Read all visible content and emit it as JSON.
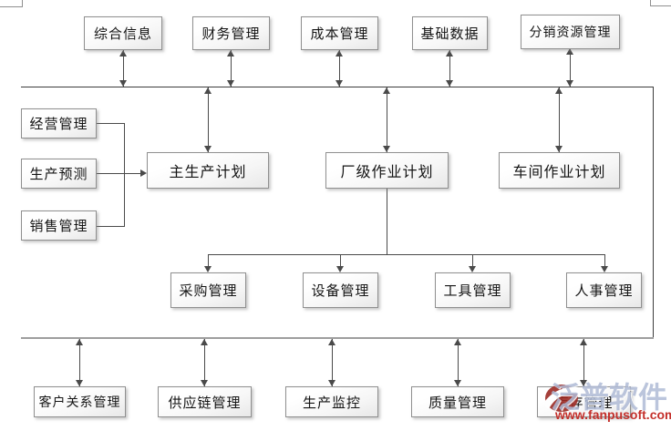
{
  "nodes": {
    "comprehensive_info": "综合信息",
    "finance_mgmt": "财务管理",
    "cost_mgmt": "成本管理",
    "basic_data": "基础数据",
    "distribution_resource_mgmt": "分销资源管理",
    "business_mgmt": "经营管理",
    "production_forecast": "生产预测",
    "sales_mgmt": "销售管理",
    "master_production_plan": "主生产计划",
    "factory_operation_plan": "厂级作业计划",
    "workshop_operation_plan": "车间作业计划",
    "procurement_mgmt": "采购管理",
    "equipment_mgmt": "设备管理",
    "tool_mgmt": "工具管理",
    "hr_mgmt": "人事管理",
    "customer_relationship_mgmt": "客户关系管理",
    "supply_chain_mgmt": "供应链管理",
    "production_monitoring": "生产监控",
    "quality_mgmt": "质量管理",
    "inventory_mgmt": "库存管理"
  },
  "watermark": {
    "brand": "泛普软件",
    "url": "www.fanpusoft.com"
  },
  "colors": {
    "connector": "#4a4a4a",
    "bus_top": "#3d3d3d",
    "bus_bottom": "#9e9e9e",
    "box_border": "#8f8f8f",
    "watermark_brand": "#b0bbd6",
    "watermark_logo": "#9c2b25",
    "watermark_url": "#c4302b"
  }
}
